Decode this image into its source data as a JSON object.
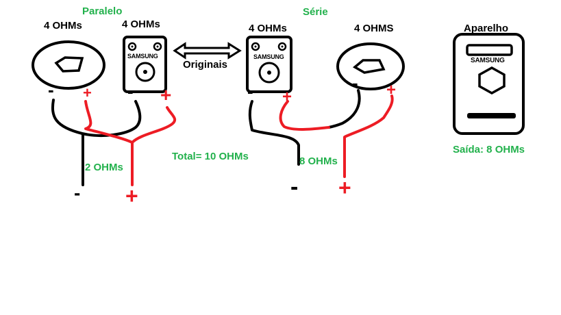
{
  "colors": {
    "wire_black": "#000000",
    "wire_red": "#ed1c24",
    "label_green": "#22b14c"
  },
  "parallel": {
    "title": "Paralelo",
    "woofer_ohms": "4 OHMs",
    "box_ohms": "4 OHMs",
    "box_brand": "SAMSUNG",
    "result": "2 OHMs",
    "plus_sign": "+",
    "minus_sign": "-"
  },
  "originals_label": "Originais",
  "total_label": "Total= 10 OHMs",
  "series": {
    "title": "Série",
    "box_ohms": "4 OHMs",
    "woofer_ohms": "4 OHMS",
    "box_brand": "SAMSUNG",
    "result": "8 OHMs",
    "plus_sign": "+",
    "minus_sign": "-"
  },
  "device": {
    "title": "Aparelho",
    "brand": "SAMSUNG",
    "output": "Saída: 8 OHMs"
  }
}
